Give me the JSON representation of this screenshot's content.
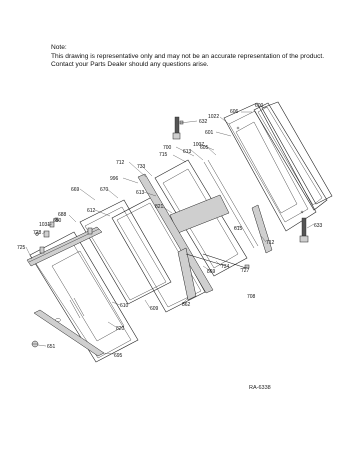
{
  "note": {
    "heading": "Note:",
    "line1": "This drawing is representative only and may not be an accurate representation of the product.",
    "line2": "Contact your Parts Dealer should any questions arise."
  },
  "parts": {
    "p632": "632",
    "p1022": "1022",
    "p606": "606",
    "p600": "600",
    "p601": "601",
    "p700": "700",
    "p1007": "1007",
    "p715": "715",
    "p613a": "613",
    "p605": "605",
    "p712a": "712",
    "p733": "733",
    "p996": "996",
    "p613b": "613",
    "p670": "670",
    "p669": "669",
    "p821": "821",
    "p688": "688",
    "p612": "612",
    "p1031": "1031",
    "p650": "650",
    "p728": "728",
    "p725": "725",
    "p615": "615",
    "p712b": "712",
    "p633": "633",
    "p734": "734",
    "p727": "727",
    "p869": "869",
    "p708": "708",
    "p610": "610",
    "p609": "609",
    "p862": "862",
    "p820": "820",
    "p651": "651",
    "p695": "695"
  },
  "ref_code": "RA-6338"
}
